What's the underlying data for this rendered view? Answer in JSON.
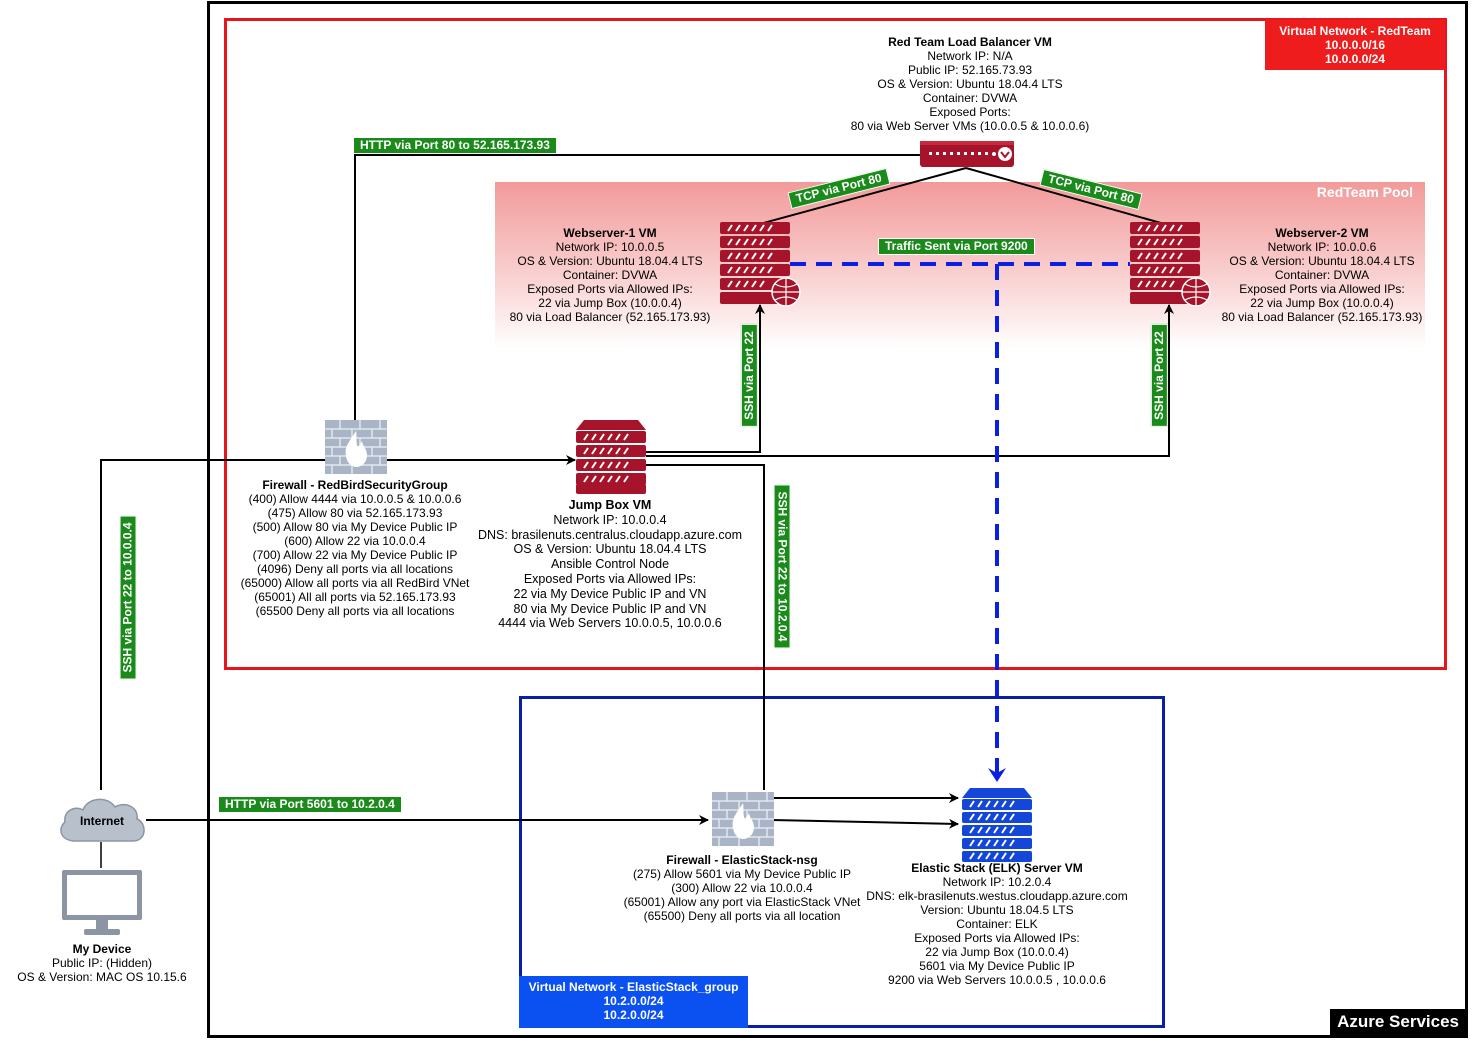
{
  "azure_label": "Azure Services",
  "vnet_red": {
    "title": "Virtual Network - RedTeam",
    "line1": "10.0.0.0/16",
    "line2": "10.0.0.0/24"
  },
  "vnet_blue": {
    "title": "Virtual Network - ElasticStack_group",
    "line1": "10.2.0.0/24",
    "line2": "10.2.0.0/24"
  },
  "pool_title": "RedTeam Pool",
  "load_balancer": {
    "title": "Red Team Load Balancer VM",
    "lines": [
      "Network IP: N/A",
      "Public IP: 52.165.73.93",
      "OS & Version: Ubuntu 18.04.4 LTS",
      "Container: DVWA",
      "Exposed Ports:",
      "80 via Web Server VMs (10.0.0.5 & 10.0.0.6)"
    ]
  },
  "webserver1": {
    "title": "Webserver-1 VM",
    "lines": [
      "Network IP: 10.0.0.5",
      "OS & Version: Ubuntu 18.04.4 LTS",
      "Container: DVWA",
      "Exposed Ports via Allowed IPs:",
      "22 via Jump Box (10.0.0.4)",
      "80 via Load Balancer (52.165.173.93)"
    ]
  },
  "webserver2": {
    "title": "Webserver-2 VM",
    "lines": [
      "Network IP: 10.0.0.6",
      "OS & Version: Ubuntu 18.04.4 LTS",
      "Container: DVWA",
      "Exposed Ports via Allowed IPs:",
      "22 via Jump Box (10.0.0.4)",
      "80 via Load Balancer (52.165.173.93)"
    ]
  },
  "firewall_red": {
    "title": "Firewall - RedBirdSecurityGroup",
    "lines": [
      "(400) Allow 4444 via 10.0.0.5 & 10.0.0.6",
      "(475) Allow 80 via 52.165.173.93",
      "(500) Allow 80 via My Device Public IP",
      "(600) Allow 22 via 10.0.0.4",
      "(700) Allow 22 via My Device Public IP",
      "(4096) Deny all ports via all locations",
      "(65000) Allow all ports via all RedBird VNet",
      "(65001) All all ports via 52.165.173.93",
      "(65500 Deny all ports via all locations"
    ]
  },
  "jumpbox": {
    "title": "Jump Box VM",
    "lines": [
      "Network IP: 10.0.0.4",
      "DNS: brasilenuts.centralus.cloudapp.azure.com",
      "OS & Version: Ubuntu 18.04.4 LTS",
      "Ansible Control Node",
      "Exposed Ports via Allowed IPs:",
      "22 via My Device Public IP and VN",
      "80 via My Device Public IP and VN",
      "4444 via Web Servers 10.0.0.5, 10.0.0.6"
    ]
  },
  "firewall_elk": {
    "title": "Firewall - ElasticStack-nsg",
    "lines": [
      "(275) Allow 5601 via My Device Public IP",
      "(300) Allow 22 via 10.0.0.4",
      "(65001) Allow any port via ElasticStack VNet",
      "(65500) Deny all ports via all location"
    ]
  },
  "elk": {
    "title": "Elastic Stack (ELK) Server VM",
    "lines": [
      "Network IP: 10.2.0.4",
      "DNS: elk-brasilenuts.westus.cloudapp.azure.com",
      "Version: Ubuntu 18.04.5 LTS",
      "Container: ELK",
      "Exposed Ports via Allowed IPs:",
      "22 via Jump Box (10.0.0.4)",
      "5601 via My Device Public IP",
      "9200 via Web Servers 10.0.0.5 , 10.0.0.6"
    ]
  },
  "internet_label": "Internet",
  "my_device": {
    "title": "My Device",
    "lines": [
      "Public IP: (Hidden)",
      "OS & Version: MAC OS 10.15.6"
    ]
  },
  "edge_labels": {
    "http80": "HTTP via Port 80 to 52.165.173.93",
    "tcp80_left": "TCP via Port 80",
    "tcp80_right": "TCP via Port 80",
    "traffic9200": "Traffic Sent via Port 9200",
    "ssh22_ws1": "SSH via Port 22",
    "ssh22_ws2": "SSH via Port 22",
    "ssh22_elk": "SSH via Port 22 to 10.2.0.4",
    "ssh22_jump": "SSH via Port 22 to 10.0.0.4",
    "http5601": "HTTP via Port 5601 to 10.2.0.4"
  },
  "colors": {
    "red_frame": "#e8161b",
    "blue_frame": "#0a1fa8",
    "server_red": "#a5142a",
    "server_blue": "#1446d8",
    "tag_green": "#1a8a1a"
  }
}
